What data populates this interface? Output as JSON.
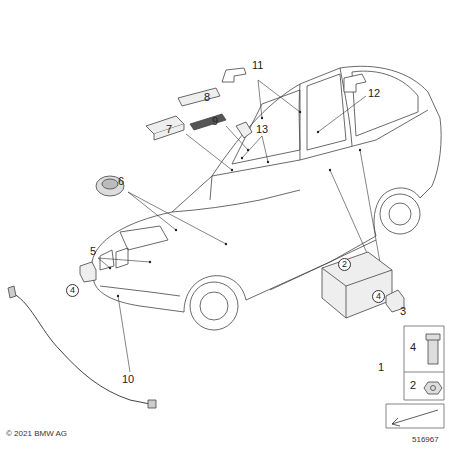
{
  "diagram": {
    "nodes": [
      {
        "text": [
          "2"
        ]
      },
      {
        "text": [
          "4"
        ]
      },
      {
        "text": [
          "4"
        ]
      }
    ],
    "labels": [
      "11",
      "12",
      "8",
      "9",
      "13",
      "7",
      "6",
      "5",
      "10",
      "1",
      "3",
      "4",
      "2",
      "© 2021 BMW AG",
      "516967"
    ]
  }
}
